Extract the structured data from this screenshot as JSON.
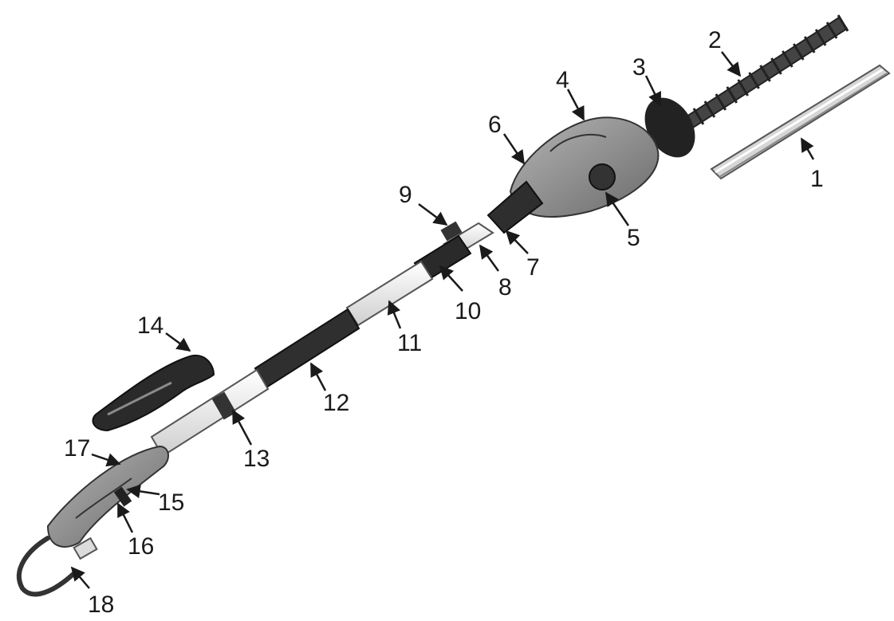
{
  "diagram": {
    "style": "exploded parts illustration",
    "colors": {
      "ink": "#1a1a1a",
      "body": "#8a8a8a",
      "dark": "#3a3a3a",
      "light": "#e6e6e6"
    },
    "labels": {
      "l1": "1",
      "l2": "2",
      "l3": "3",
      "l4": "4",
      "l5": "5",
      "l6": "6",
      "l7": "7",
      "l8": "8",
      "l9": "9",
      "l10": "10",
      "l11": "11",
      "l12": "12",
      "l13": "13",
      "l14": "14",
      "l15": "15",
      "l16": "16",
      "l17": "17",
      "l18": "18"
    }
  }
}
